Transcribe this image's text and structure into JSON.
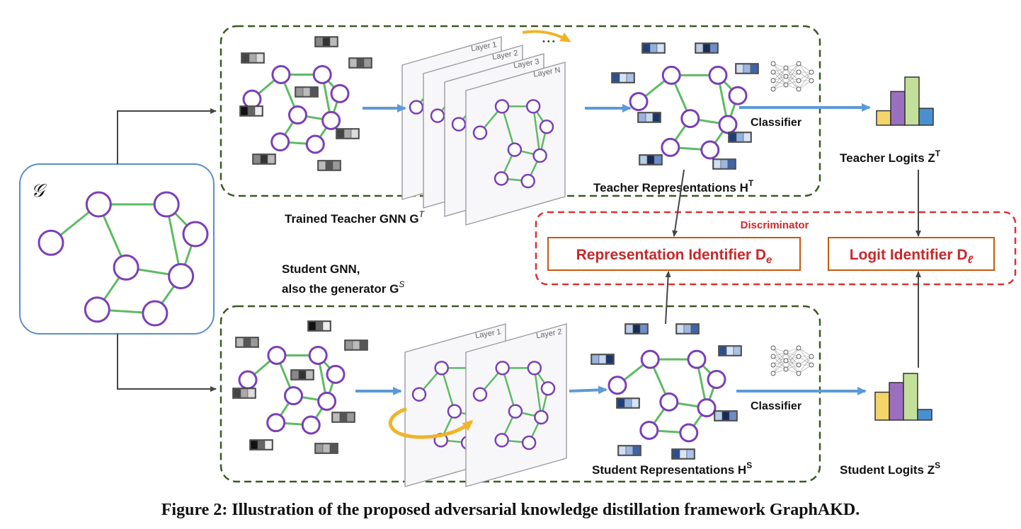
{
  "input_graph_label": "𝒢",
  "teacher": {
    "gnn_label": "Trained Teacher GNN G",
    "gnn_sup": "T",
    "layers": [
      "Layer 1",
      "Layer 2",
      "Layer 3",
      "Layer N"
    ],
    "ellipsis": "• • •",
    "classifier": "Classifier",
    "repr_label": "Teacher Representations H",
    "repr_sup": "T",
    "logits_label": "Teacher Logits Z",
    "logits_sup": "T",
    "logit_values": [
      0.3,
      0.7,
      1.0,
      0.35
    ]
  },
  "student": {
    "gnn_label_line1": "Student GNN,",
    "gnn_label_line2": "also the generator G",
    "gnn_sup": "S",
    "layers": [
      "Layer 1",
      "Layer 2"
    ],
    "classifier": "Classifier",
    "repr_label": "Student Representations H",
    "repr_sup": "S",
    "logits_label": "Student Logits Z",
    "logits_sup": "S",
    "logit_values": [
      0.58,
      0.78,
      0.97,
      0.22
    ]
  },
  "discriminator": {
    "title": "Discriminator",
    "rep_identifier": "Representation Identifier D",
    "rep_sub": "e",
    "logit_identifier": "Logit Identifier D",
    "logit_sub": "ℓ"
  },
  "caption": "Figure 2: Illustration of the proposed adversarial knowledge distillation framework GraphAKD.",
  "colors": {
    "graph_node": "#7b3fb8",
    "graph_edge": "#5dbb63",
    "flow_arrow": "#5b9bd5",
    "loop_arrow": "#f0b429",
    "dash_box": "#3a5a22",
    "discriminator": "#e03030",
    "identifier_border": "#c55a11",
    "bar_colors": [
      "#f3d56a",
      "#9b6fc0",
      "#c3e09b",
      "#4a90d0"
    ]
  }
}
